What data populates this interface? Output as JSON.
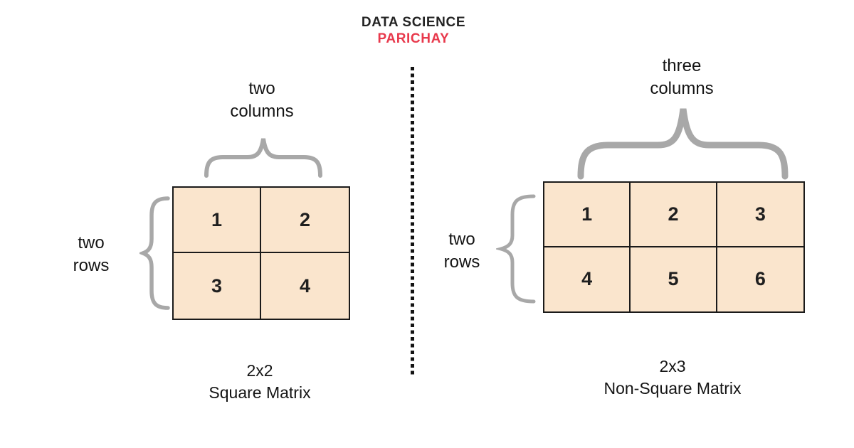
{
  "header": {
    "line1": "DATA SCIENCE",
    "line2": "PARICHAY"
  },
  "left_figure": {
    "columns_label": {
      "line1": "two",
      "line2": "columns"
    },
    "rows_label": {
      "line1": "two",
      "line2": "rows"
    },
    "matrix": {
      "rows": 2,
      "cols": 2,
      "cells": [
        [
          "1",
          "2"
        ],
        [
          "3",
          "4"
        ]
      ]
    },
    "caption": {
      "line1": "2x2",
      "line2": "Square Matrix"
    }
  },
  "right_figure": {
    "columns_label": {
      "line1": "three",
      "line2": "columns"
    },
    "rows_label": {
      "line1": "two",
      "line2": "rows"
    },
    "matrix": {
      "rows": 2,
      "cols": 3,
      "cells": [
        [
          "1",
          "2",
          "3"
        ],
        [
          "4",
          "5",
          "6"
        ]
      ]
    },
    "caption": {
      "line1": "2x3",
      "line2": "Non-Square Matrix"
    }
  },
  "colors": {
    "accent_red": "#e8394c",
    "cell_fill": "#fae5cd",
    "cell_border": "#1a1a1a",
    "brace_gray": "#a8a8a8",
    "text": "#141414",
    "divider": "#131313"
  },
  "icons": {
    "divider": "dotted-vertical-divider",
    "braces": "curly-brace"
  }
}
